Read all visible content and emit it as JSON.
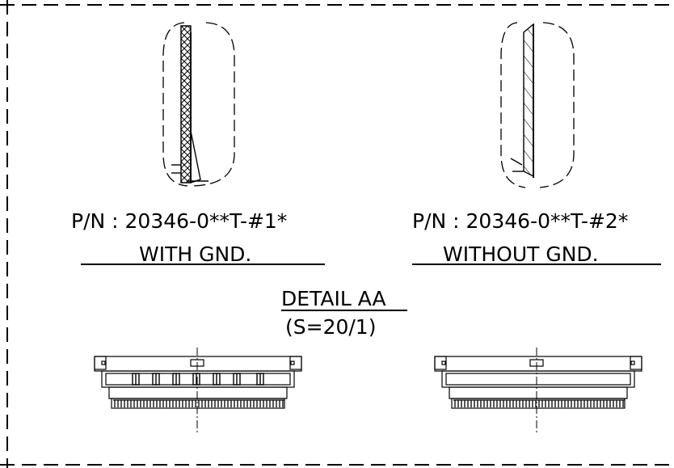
{
  "labels": {
    "left_part_number": "P/N : 20346-0**T-#1*",
    "left_description": "WITH GND.",
    "right_part_number": "P/N : 20346-0**T-#2*",
    "right_description": "WITHOUT GND.",
    "detail_title": "DETAIL AA",
    "detail_scale": "(S=20/1)"
  }
}
